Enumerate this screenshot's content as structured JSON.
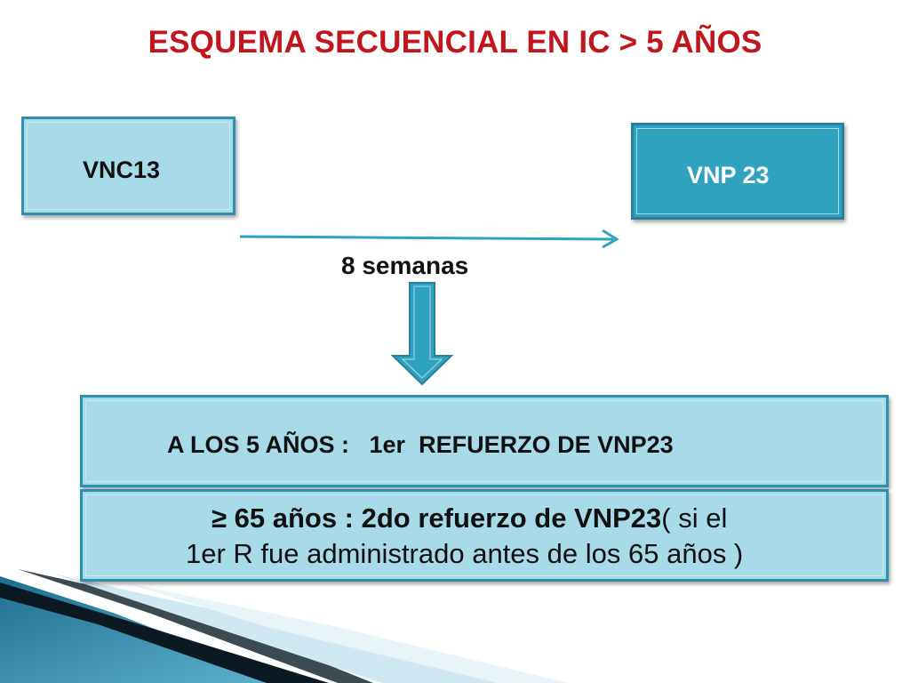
{
  "title": "ESQUEMA SECUENCIAL EN IC > 5 AÑOS",
  "nodes": {
    "first_vaccine": "VNC13",
    "second_vaccine": "VNP 23"
  },
  "interval_label": "8 semanas",
  "booster_5_years": "A LOS 5 AÑOS :   1er  REFUERZO DE VNP23",
  "booster_65": {
    "bold_part": "≥ 65 años : 2do refuerzo de VNP23",
    "rest_part": "( si el",
    "line2": "1er R fue administrado antes de los 65 años )"
  },
  "colors": {
    "title": "#c0161c",
    "box_light": "#a8dbe8",
    "box_dark": "#2fa2bf",
    "arrow": "#2fa2bf"
  }
}
